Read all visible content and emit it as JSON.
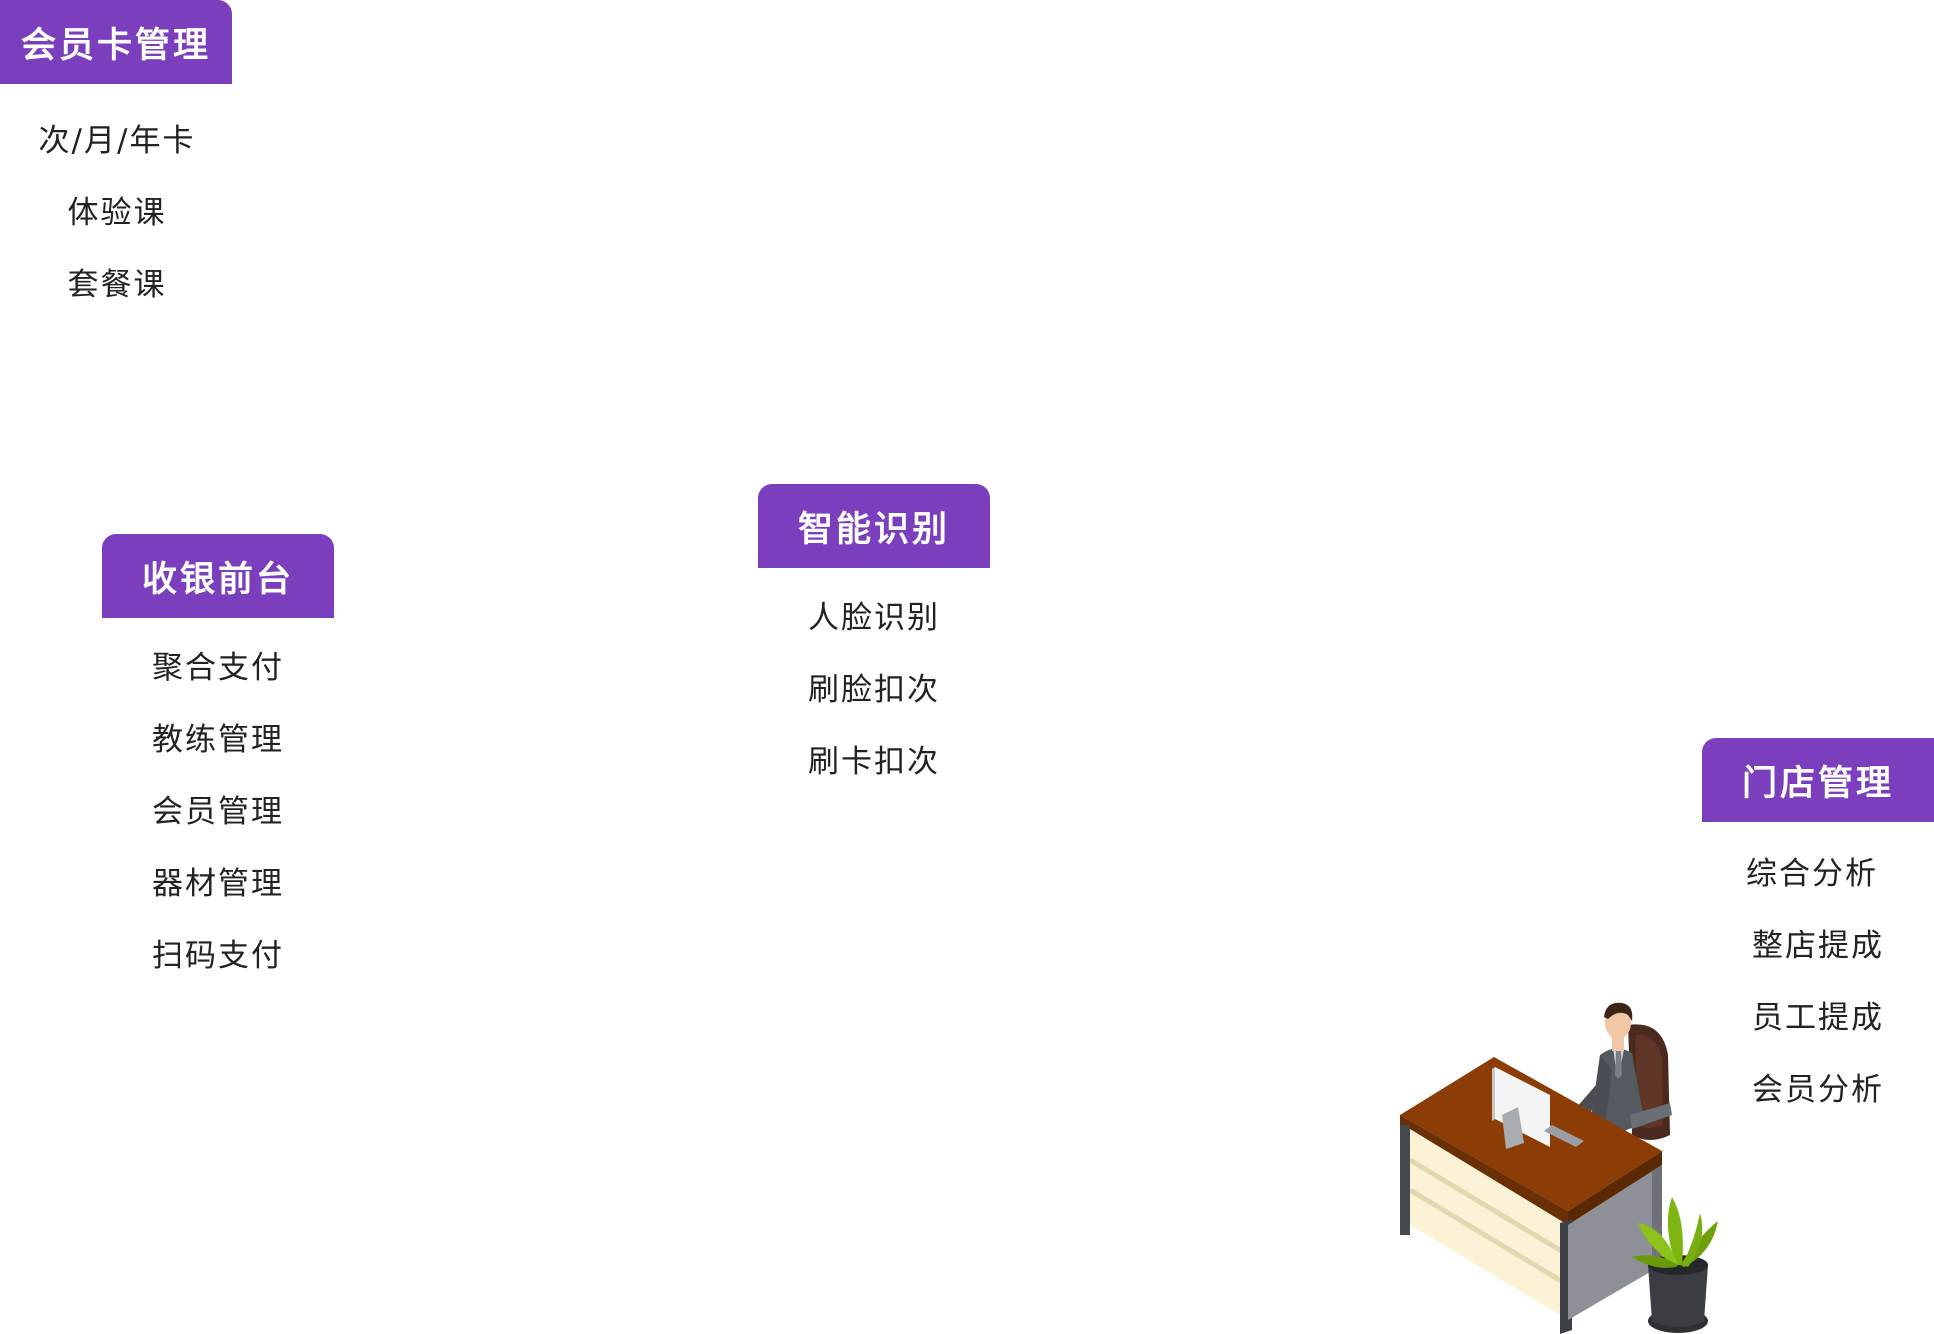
{
  "sections": [
    {
      "id": "membership",
      "title": "会员卡管理",
      "items": [
        "次/月/年卡",
        "体验课",
        "套餐课"
      ]
    },
    {
      "id": "cashier",
      "title": "收银前台",
      "items": [
        "聚合支付",
        "教练管理",
        "会员管理",
        "器材管理",
        "扫码支付"
      ]
    },
    {
      "id": "recognition",
      "title": "智能识别",
      "items": [
        "人脸识别",
        "刷脸扣次",
        "刷卡扣次"
      ]
    },
    {
      "id": "store",
      "title": "门店管理",
      "items": [
        "综合分析",
        "整店提成",
        "员工提成",
        "会员分析"
      ]
    }
  ],
  "colors": {
    "accent": "#7b3fbd",
    "text": "#222222",
    "background": "#ffffff"
  }
}
